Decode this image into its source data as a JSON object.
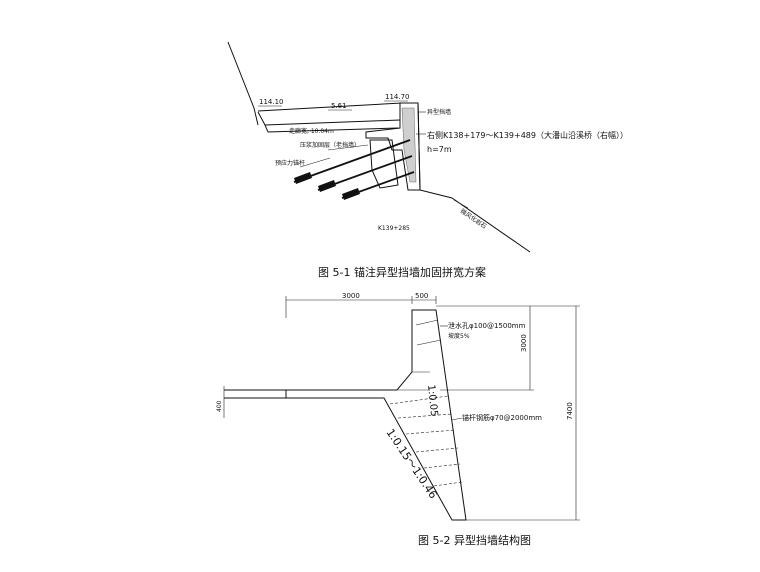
{
  "figure1": {
    "caption": "图 5-1 锚注异型挡墙加固拼宽方案",
    "elev_left": "114.10",
    "elev_right": "114.70",
    "slope_value": "5.61",
    "label_wall_type": "异型挡墙",
    "label_lane_width": "走廊宽, 10.04m",
    "label_range": "右侧K138+179～K139+489（大潘山沿溪桥（右幅））",
    "label_h": "h=7m",
    "label_reinforce": "压浆加固层（老挡墙）",
    "label_anchor": "预应力锚杆",
    "label_rock": "微风化岩石",
    "label_station": "K139+285"
  },
  "figure2": {
    "caption": "图 5-2 异型挡墙结构图",
    "dim_top_width": "3000",
    "dim_top_wall": "500",
    "dim_upper_height": "3000",
    "dim_total_height": "7400",
    "dim_slab": "400",
    "label_drain_upper": "泄水孔φ100@1500mm",
    "label_drain_upper2": "坡度5%",
    "label_anchor_spec": "锚杆钢筋φ70@2000mm",
    "label_wall_slope": "1:0.05",
    "label_base_slope": "1:0.15～1:0.46"
  }
}
